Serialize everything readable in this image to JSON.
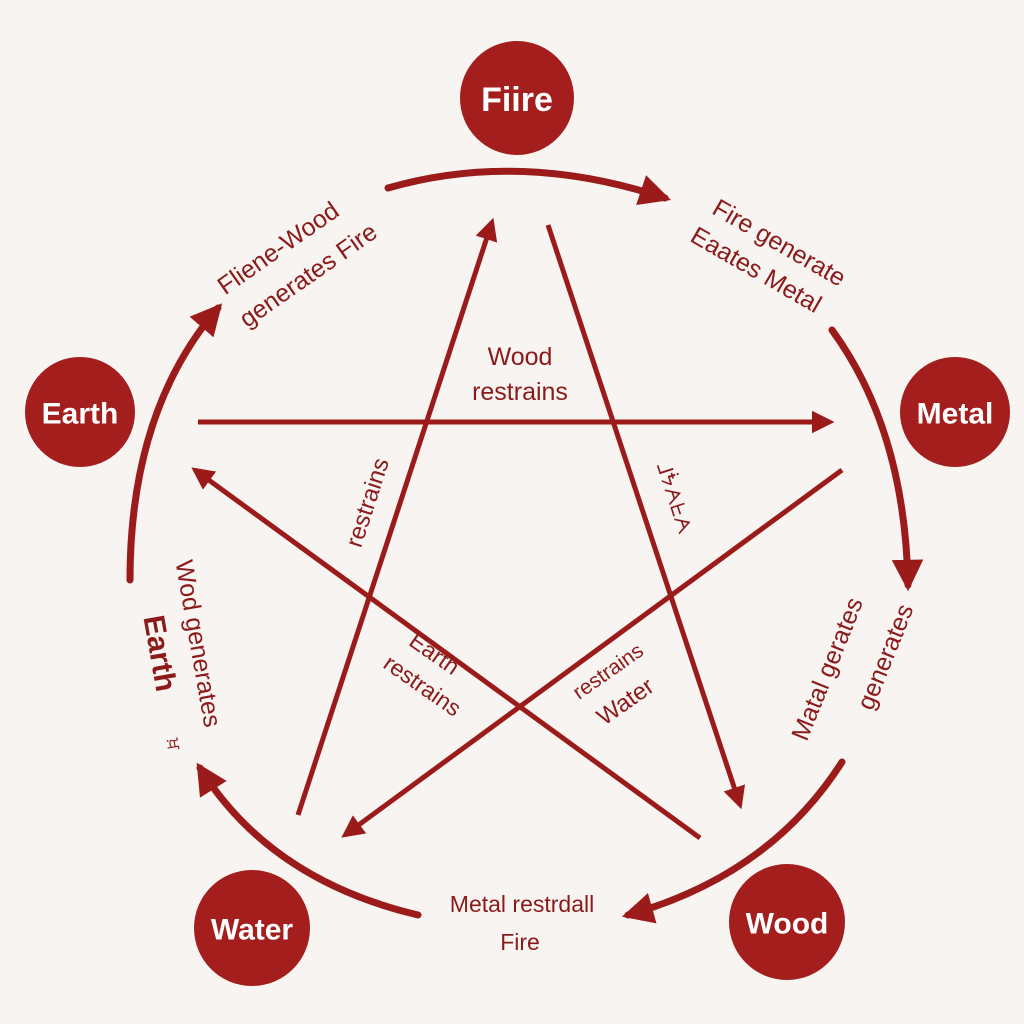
{
  "colors": {
    "accent": "#9b1b1b",
    "node_fill": "#a41e1e",
    "background": "#f7f4f1"
  },
  "nodes": {
    "fire": "Fiire",
    "earth": "Earth",
    "metal": "Metal",
    "water": "Water",
    "wood": "Wood"
  },
  "cycle_labels": {
    "top_left_1": "Fliene-Wood",
    "top_left_2": "generates Fire",
    "top_right_1": "Fire generate",
    "top_right_2": "Eaates Metal",
    "left_1": "Wod generates",
    "left_2": "Earth",
    "left_3": "ਖ਼",
    "right_1": "Matal gerates",
    "right_2": "generates",
    "bottom_1": "Metal restrdall",
    "bottom_2": "Fire"
  },
  "star_labels": {
    "center_top_1": "Wood",
    "center_top_2": "restrains",
    "left_restrains": "restrains",
    "right_glyphs": "ᒧᖭᗅᖶᗅ",
    "earth_restrains_1": "Earth",
    "earth_restrains_2": "restrains",
    "restrains_water_1": "restrains",
    "restrains_water_2": "Water"
  }
}
